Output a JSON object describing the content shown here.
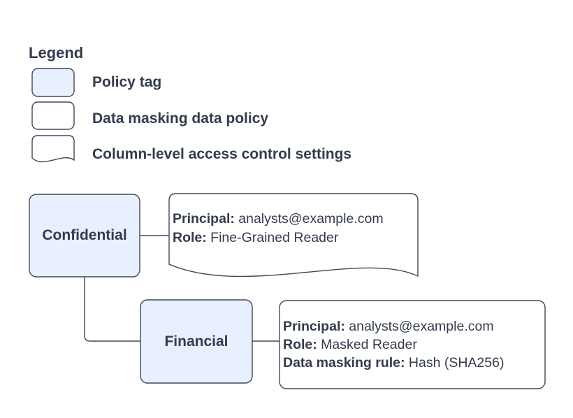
{
  "legend": {
    "title": "Legend",
    "items": [
      {
        "label": "Policy tag"
      },
      {
        "label": "Data masking data policy"
      },
      {
        "label": "Column-level access control settings"
      }
    ]
  },
  "diagram": {
    "nodes": {
      "confidential": {
        "label": "Confidential"
      },
      "financial": {
        "label": "Financial"
      }
    },
    "access_settings": {
      "lines": [
        {
          "label": "Principal:",
          "value": " analysts@example.com"
        },
        {
          "label": "Role:",
          "value": " Fine-Grained Reader"
        }
      ]
    },
    "data_policy": {
      "lines": [
        {
          "label": "Principal:",
          "value": " analysts@example.com"
        },
        {
          "label": "Role:",
          "value": " Masked Reader"
        },
        {
          "label": "Data masking rule:",
          "value": " Hash (SHA256)"
        }
      ]
    }
  },
  "colors": {
    "policy_tag_fill": "#e8f0fe",
    "shape_fill": "#ffffff",
    "stroke": "#404859",
    "text": "#333b4d"
  }
}
